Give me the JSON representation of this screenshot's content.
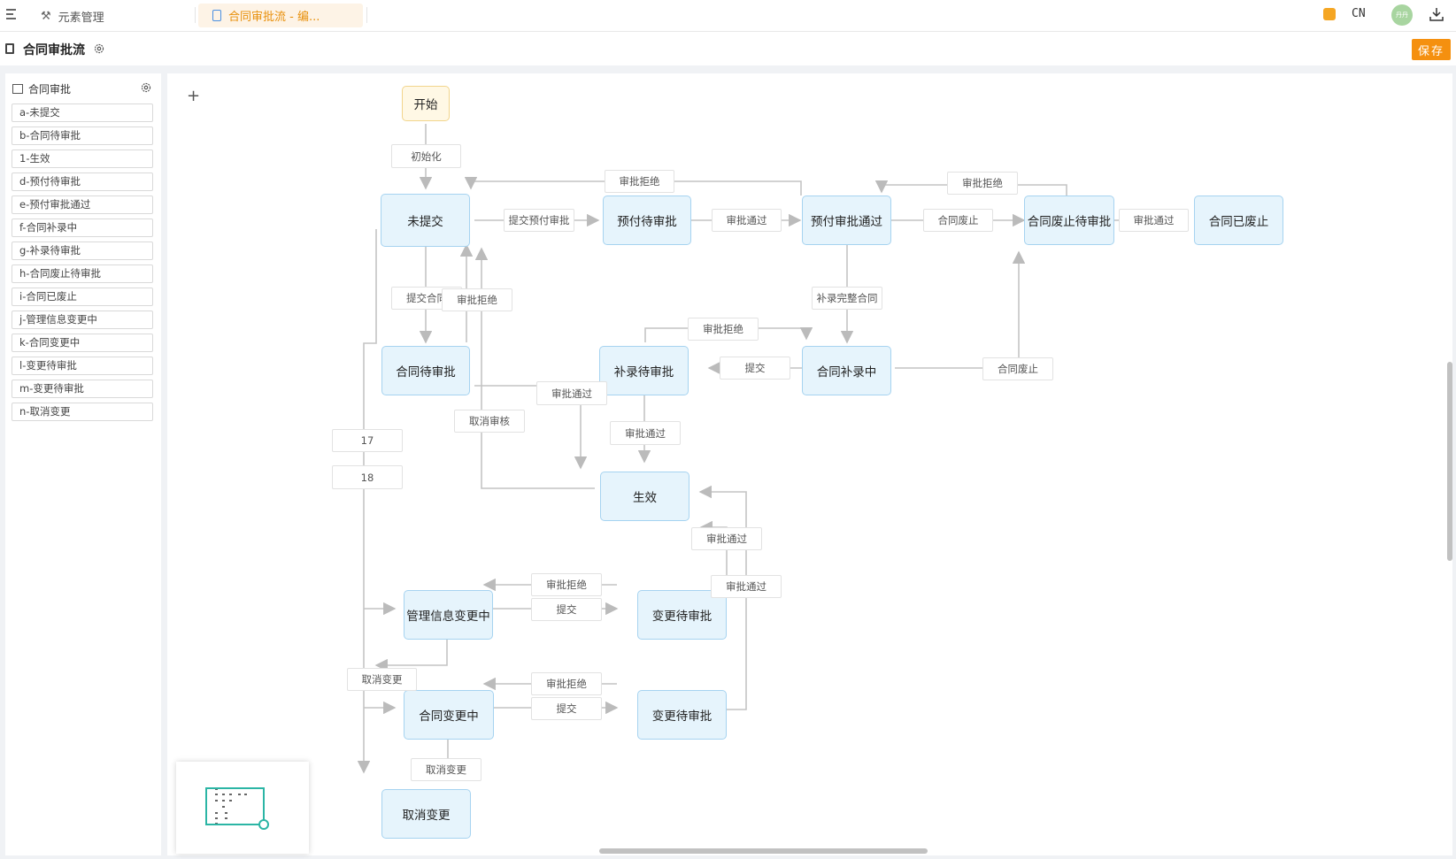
{
  "topbar": {
    "elements_tab_label": "元素管理",
    "active_tab_label": "合同审批流 - 编...",
    "lang_label": "CN",
    "avatar_text": "丹丹"
  },
  "titlebar": {
    "title": "合同审批流",
    "save_label": "保存"
  },
  "panel": {
    "title": "合同审批",
    "states": [
      "a-未提交",
      "b-合同待审批",
      "1-生效",
      "d-预付待审批",
      "e-预付审批通过",
      "f-合同补录中",
      "g-补录待审批",
      "h-合同废止待审批",
      "i-合同已废止",
      "j-管理信息变更中",
      "k-合同变更中",
      "l-变更待审批",
      "m-变更待审批",
      "n-取消变更"
    ]
  },
  "flow": {
    "nodes": {
      "start": "开始",
      "unsubmitted": "未提交",
      "prepay_pending": "预付待审批",
      "prepay_approved": "预付审批通过",
      "void_pending": "合同废止待审批",
      "voided": "合同已废止",
      "contract_pending": "合同待审批",
      "supplement_pending": "补录待审批",
      "supplementing": "合同补录中",
      "effective": "生效",
      "mgmt_changing": "管理信息变更中",
      "change_pending_1": "变更待审批",
      "contract_changing": "合同变更中",
      "change_pending_2": "变更待审批",
      "cancel_change": "取消变更"
    },
    "edge_labels": {
      "init": "初始化",
      "reject_top": "审批拒绝",
      "submit_prepay": "提交预付审批",
      "approve_prepay": "审批通过",
      "void_contract_1": "合同废止",
      "reject_void": "审批拒绝",
      "approve_void": "审批通过",
      "submit_contract": "提交合同",
      "reject_contract": "审批拒绝",
      "complete_contract": "补录完整合同",
      "reject_supplement": "审批拒绝",
      "submit_supplement": "提交",
      "void_contract_2": "合同废止",
      "approve_contract": "审批通过",
      "cancel_review": "取消审核",
      "approve_supplement": "审批通过",
      "num_17": "17",
      "num_18": "18",
      "approve_change_1": "审批通过",
      "reject_change_1": "审批拒绝",
      "submit_change_1": "提交",
      "approve_change_2": "审批通过",
      "cancel_change_1": "取消变更",
      "reject_change_2": "审批拒绝",
      "submit_change_2": "提交",
      "cancel_change_2": "取消变更"
    }
  }
}
